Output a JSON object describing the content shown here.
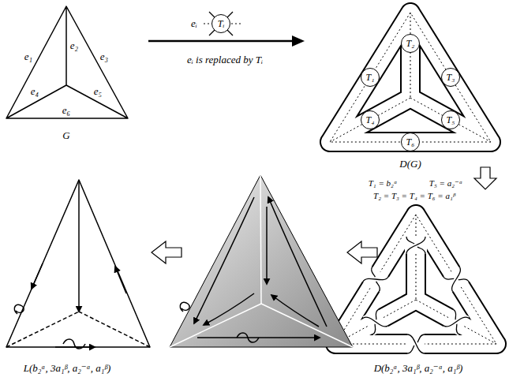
{
  "diagram": {
    "nodes": [
      {
        "text": [
          "Tᵢ"
        ]
      },
      {
        "text": [
          "T₁"
        ]
      },
      {
        "text": [
          "T₂"
        ]
      },
      {
        "text": [
          "T₃"
        ]
      },
      {
        "text": [
          "T₄"
        ]
      },
      {
        "text": [
          "T₅"
        ]
      },
      {
        "text": [
          "T₆"
        ]
      }
    ],
    "labels": [
      "G",
      "e₁",
      "e₂",
      "e₃",
      "e₄",
      "e₅",
      "e₆",
      "eᵢ",
      "eᵢ is replaced by Tᵢ",
      "D(G)",
      "T₁ = b₂ᵅ",
      "T₅ = a₂⁻ᵅ",
      "T₂ = T₃ = T₄ = T₆ = a₁ᵝ",
      "D(b₂ᵅ, 3a₁ᵝ, a₂⁻ᵅ, a₁ᵝ)",
      "L(b₂ᵅ, 3a₁ᵝ, a₂⁻ᵅ, a₁ᵝ)"
    ]
  }
}
